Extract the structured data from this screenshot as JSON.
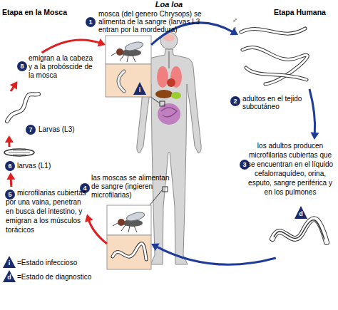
{
  "diagram": {
    "title": "Loa loa",
    "nodes": [
      {
        "text": [
          "1",
          "mosca (del genero Chrysops) se alimenta de la sangre (larvas L3 entran por la mordedura)"
        ]
      },
      {
        "text": [
          "2",
          "adultos en el tejido subcutáneo"
        ]
      },
      {
        "text": [
          "3",
          "los adultos producen microfilarias cubiertas que se encuentran en el líquido cefalorraquídeo, orina, esputo, sangre periférica y en los pulmones"
        ]
      },
      {
        "text": [
          "4",
          "las moscas se alimentan de sangre (ingieren microfilarias)"
        ]
      },
      {
        "text": [
          "5",
          "microfilarias cubiertas por una vaina, penetran en busca del intestino, y emigran a los músculos torácicos"
        ]
      },
      {
        "text": [
          "6",
          "larvas (L1)"
        ]
      },
      {
        "text": [
          "7",
          "Larvas (L3)"
        ]
      },
      {
        "text": [
          "8",
          "emigran a la cabeza y a la probóscide de la mosca"
        ]
      }
    ],
    "edges": [
      {
        "from": 0,
        "to": 1,
        "arrow": "to"
      },
      {
        "from": 1,
        "to": 2,
        "arrow": "to"
      },
      {
        "from": 2,
        "to": 3,
        "arrow": "to"
      },
      {
        "from": 3,
        "to": 4,
        "arrow": "to"
      },
      {
        "from": 4,
        "to": 5,
        "arrow": "to"
      },
      {
        "from": 5,
        "to": 6,
        "arrow": "to"
      },
      {
        "from": 6,
        "to": 7,
        "arrow": "to"
      },
      {
        "from": 7,
        "to": 0,
        "arrow": "to"
      }
    ],
    "labels": [
      "Etapa en la Mosca",
      "Etapa Humana",
      "♂",
      "♀",
      "i",
      "d",
      "i",
      "d"
    ],
    "legend": [
      {
        "text": "=Estado infeccioso"
      },
      {
        "text": "=Estado de diagnostico"
      }
    ]
  }
}
